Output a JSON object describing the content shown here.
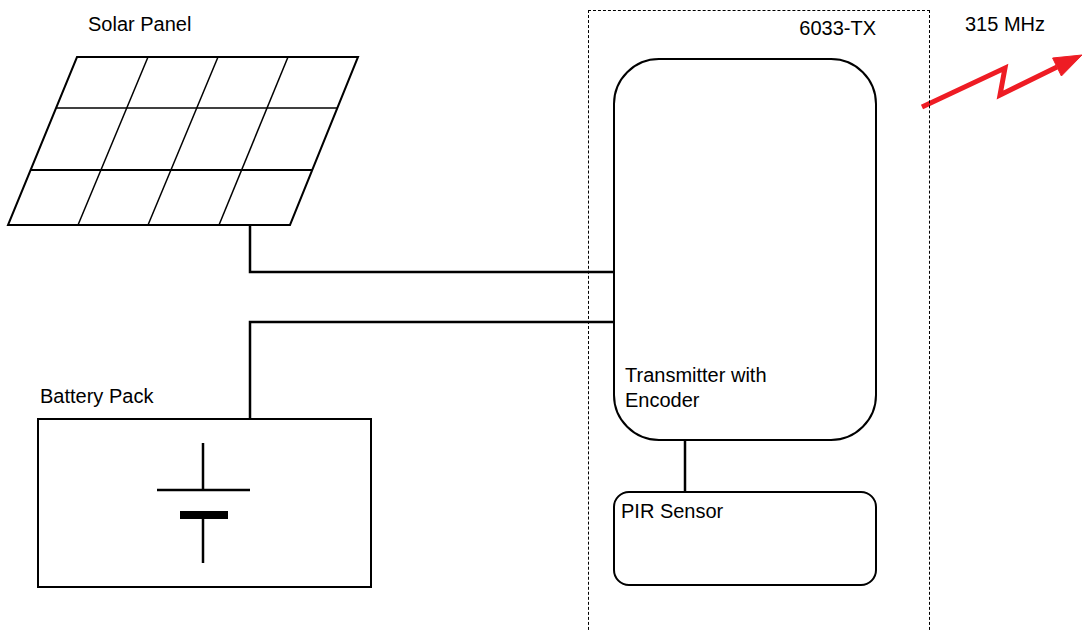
{
  "diagram": {
    "nodes": [
      {
        "text": [
          "Solar Panel"
        ]
      },
      {
        "text": [
          "Battery Pack"
        ]
      },
      {
        "text": [
          "6033-TX"
        ]
      },
      {
        "text": [
          "Transmitter with Encoder"
        ],
        "in": 2
      },
      {
        "text": [
          "PIR Sensor"
        ],
        "in": 2
      }
    ],
    "edges": [
      {
        "from": 0,
        "to": 3,
        "arrow": "none"
      },
      {
        "from": 1,
        "to": 3,
        "arrow": "none"
      },
      {
        "from": 3,
        "to": 4,
        "arrow": "none"
      }
    ],
    "labels": [
      "315 MHz"
    ]
  }
}
